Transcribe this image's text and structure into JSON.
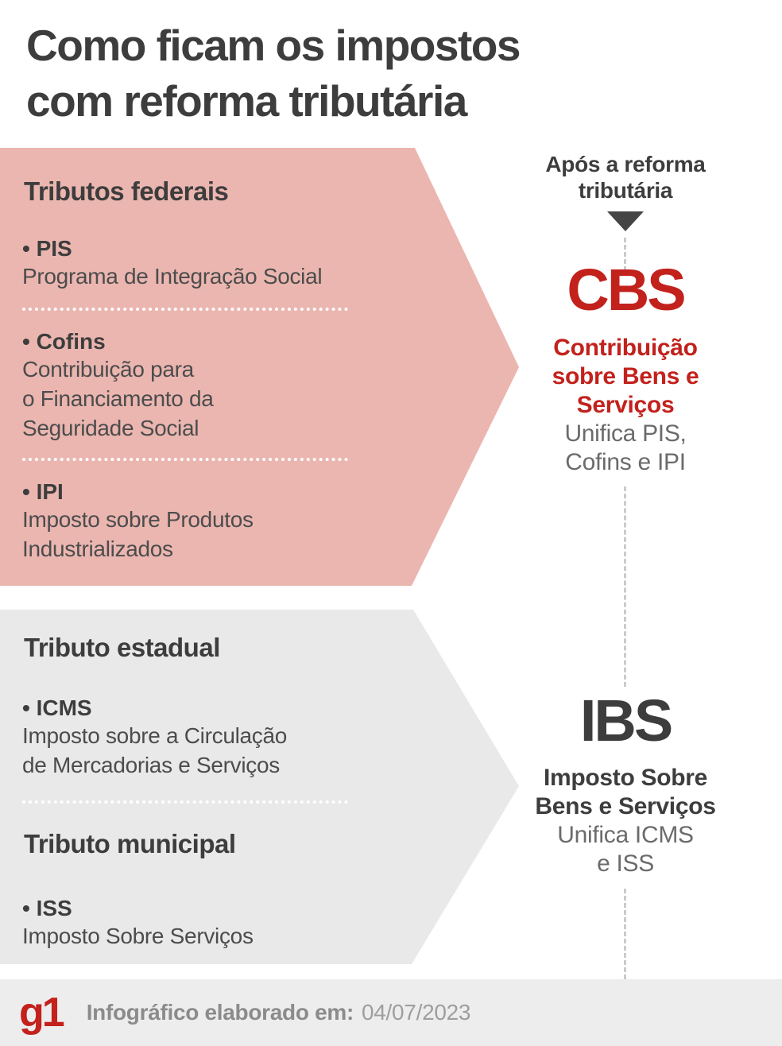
{
  "title": {
    "line1": "Como ficam os impostos",
    "line2": "com reforma tributária"
  },
  "before_reform": {
    "federal": {
      "header": "Tributos federais",
      "items": [
        {
          "label": "• PIS",
          "desc": [
            "Programa de Integração Social"
          ]
        },
        {
          "label": "• Cofins",
          "desc": [
            "Contribuição para",
            "o Financiamento da",
            "Seguridade Social"
          ]
        },
        {
          "label": "• IPI",
          "desc": [
            "Imposto sobre Produtos",
            "Industrializados"
          ]
        }
      ]
    },
    "state": {
      "header": "Tributo estadual",
      "items": [
        {
          "label": "• ICMS",
          "desc": [
            "Imposto sobre a Circulação",
            "de Mercadorias e Serviços"
          ]
        }
      ]
    },
    "municipal": {
      "header": "Tributo municipal",
      "items": [
        {
          "label": "• ISS",
          "desc": [
            "Imposto Sobre Serviços"
          ]
        }
      ]
    }
  },
  "after_reform": {
    "label": {
      "line1": "Após a reforma",
      "line2": "tributária"
    },
    "cbs": {
      "acronym": "CBS",
      "name": [
        "Contribuição",
        "sobre Bens e",
        "Serviços"
      ],
      "note": [
        "Unifica PIS,",
        "Cofins e IPI"
      ]
    },
    "ibs": {
      "acronym": "IBS",
      "name": [
        "Imposto Sobre",
        "Bens e Serviços"
      ],
      "note": [
        "Unifica ICMS",
        "e ISS"
      ]
    }
  },
  "footer": {
    "logo": "g1",
    "label": "Infográfico elaborado em:",
    "date": "04/07/2023"
  },
  "colors": {
    "pink": "#ebb6b0",
    "gray_block": "#e9e9e9",
    "footer_bg": "#ededed",
    "red": "#c3211c",
    "dark": "#3d3d3d",
    "text": "#4c4c4c",
    "muted": "#6b6b6b",
    "footer_text": "#8b8b8b",
    "footer_date": "#9e9e9e",
    "dash": "#cbcbcb",
    "triangle": "#454545",
    "separator": "#ffffff"
  }
}
